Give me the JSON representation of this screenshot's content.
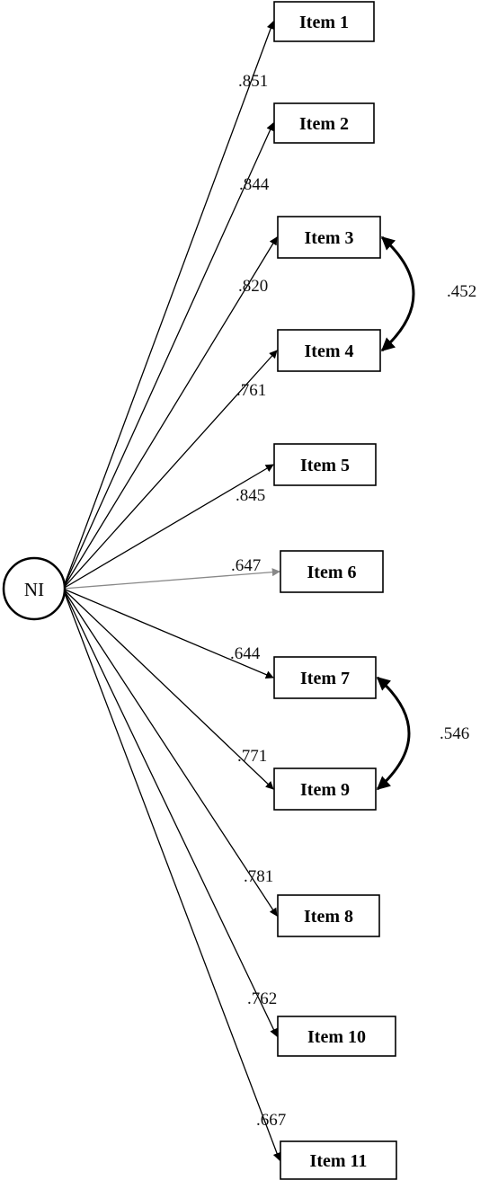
{
  "latent": {
    "label": "NI"
  },
  "items": [
    {
      "label": "Item 1",
      "loading": ".851"
    },
    {
      "label": "Item 2",
      "loading": ".844"
    },
    {
      "label": "Item 3",
      "loading": ".820"
    },
    {
      "label": "Item 4",
      "loading": ".761"
    },
    {
      "label": "Item 5",
      "loading": ".845"
    },
    {
      "label": "Item 6",
      "loading": ".647"
    },
    {
      "label": "Item 7",
      "loading": ".644"
    },
    {
      "label": "Item 9",
      "loading": ".771"
    },
    {
      "label": "Item 8",
      "loading": ".781"
    },
    {
      "label": "Item 10",
      "loading": ".762"
    },
    {
      "label": "Item 11",
      "loading": ".667"
    }
  ],
  "covariances": [
    {
      "between": [
        "Item 3",
        "Item 4"
      ],
      "value": ".452"
    },
    {
      "between": [
        "Item 7",
        "Item 9"
      ],
      "value": ".546"
    }
  ],
  "colors": {
    "line": "#000000",
    "highlight_line": "#888888"
  }
}
